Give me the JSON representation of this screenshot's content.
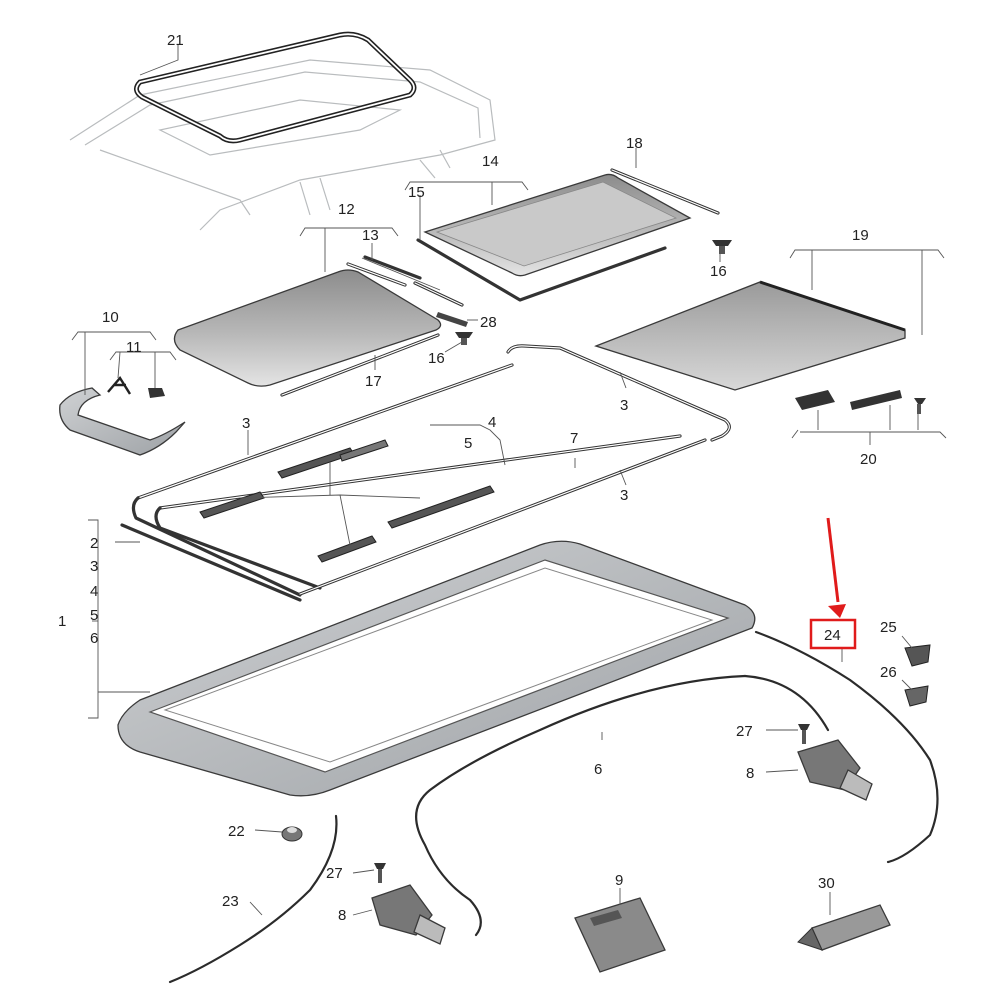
{
  "callouts": {
    "c1": "1",
    "c2": "2",
    "c3a": "3",
    "c3b": "3",
    "c3c": "3",
    "c3d": "3",
    "c4": "4",
    "c4b": "4",
    "c5": "5",
    "c5b": "5",
    "c6": "6",
    "c6b": "6",
    "c7": "7",
    "c8a": "8",
    "c8b": "8",
    "c9": "9",
    "c10": "10",
    "c11": "11",
    "c12": "12",
    "c13": "13",
    "c14": "14",
    "c15": "15",
    "c16a": "16",
    "c16b": "16",
    "c17": "17",
    "c18": "18",
    "c19": "19",
    "c20": "20",
    "c21": "21",
    "c22": "22",
    "c23": "23",
    "c24": "24",
    "c25": "25",
    "c26": "26",
    "c27a": "27",
    "c27b": "27",
    "c28": "28",
    "c30": "30"
  },
  "highlight": {
    "color": "#e01b1b"
  }
}
